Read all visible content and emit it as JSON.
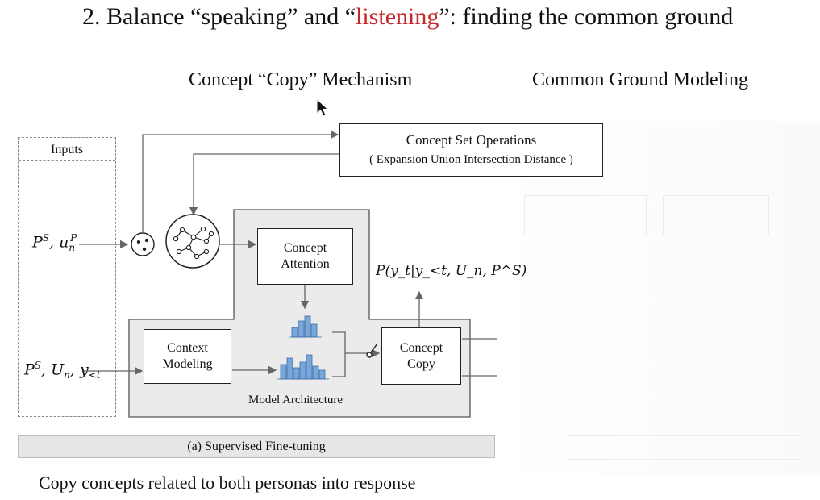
{
  "title": {
    "prefix": "2. Balance “speaking” and “",
    "highlight": "listening",
    "suffix": "”: finding the common ground"
  },
  "subtitles": {
    "left": "Concept “Copy” Mechanism",
    "right": "Common Ground Modeling"
  },
  "diagram": {
    "inputs_label": "Inputs",
    "input_top": {
      "base": "P",
      "sup": "S",
      "rest": ", u",
      "rest_sub": "n",
      "rest_sup": "P"
    },
    "input_bottom": {
      "base": "P",
      "sup": "S",
      "mid1": ", U",
      "mid1_sub": "n",
      "mid2": ", y",
      "mid2_sub": "<t"
    },
    "concept_set_ops": {
      "title": "Concept Set Operations",
      "ops": "( Expansion Union Intersection Distance )"
    },
    "concept_attention": {
      "line1": "Concept",
      "line2": "Attention"
    },
    "context_modeling": {
      "line1": "Context",
      "line2": "Modeling"
    },
    "concept_copy": {
      "line1": "Concept",
      "line2": "Copy"
    },
    "output_formula": "P(y_t|y_<t, U_n, P^S)",
    "model_architecture": "Model Architecture",
    "stage_label": "(a) Supervised Fine-tuning",
    "accent_bar": "#5b9bd5"
  },
  "caption": "Copy concepts related to both personas into response"
}
